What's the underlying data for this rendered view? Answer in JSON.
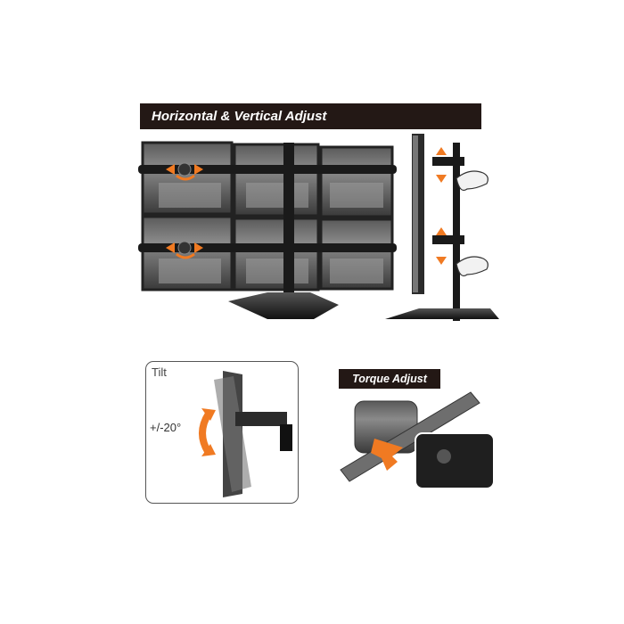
{
  "sections": {
    "main_banner": "Horizontal & Vertical Adjust",
    "tilt_title": "Tilt",
    "tilt_angle": "+/-20°",
    "torque_label": "Torque Adjust"
  },
  "colors": {
    "banner_bg": "#231815",
    "arrow_orange": "#f07a22",
    "monitor_dark": "#2b2b2b",
    "stand_dark": "#1a1a1a"
  },
  "icons": [
    "orange-arrow-icon",
    "curved-tilt-arrow-icon",
    "hand-icon"
  ]
}
